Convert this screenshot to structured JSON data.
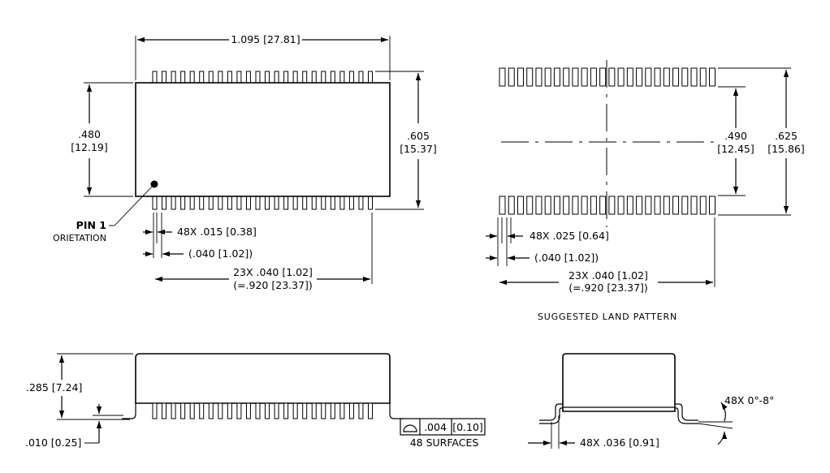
{
  "top_view": {
    "overall_length": "1.095 [27.81]",
    "body_width_line1": ".480",
    "body_width_line2": "[12.19]",
    "lead_span_line1": ".605",
    "lead_span_line2": "[15.37]",
    "pin1_line1": "PIN 1",
    "pin1_line2": "ORIETATION",
    "lead_width": "48X .015 [0.38]",
    "pitch": "(.040 [1.02])",
    "total_pitch_line1": "23X .040 [1.02]",
    "total_pitch_line2": "(=.920 [23.37])",
    "pins_per_side": 24
  },
  "land_pattern": {
    "row_gap_line1": ".490",
    "row_gap_line2": "[12.45]",
    "row_span_line1": ".625",
    "row_span_line2": "[15.86]",
    "pad_width": "48X .025 [0.64]",
    "pitch": "(.040 [1.02])",
    "total_pitch_line1": "23X .040 [1.02]",
    "total_pitch_line2": "(=.920 [23.37])",
    "caption": "SUGGESTED LAND PATTERN",
    "pads_per_row": 24
  },
  "side_view": {
    "height": ".285 [7.24]",
    "standoff": ".010 [0.25]",
    "coplanarity_value": ".004",
    "coplanarity_metric": "[0.10]",
    "surfaces": "48 SURFACES"
  },
  "end_view": {
    "foot_angle": "48X 0°-8°",
    "foot_length": "48X .036 [0.91]"
  }
}
